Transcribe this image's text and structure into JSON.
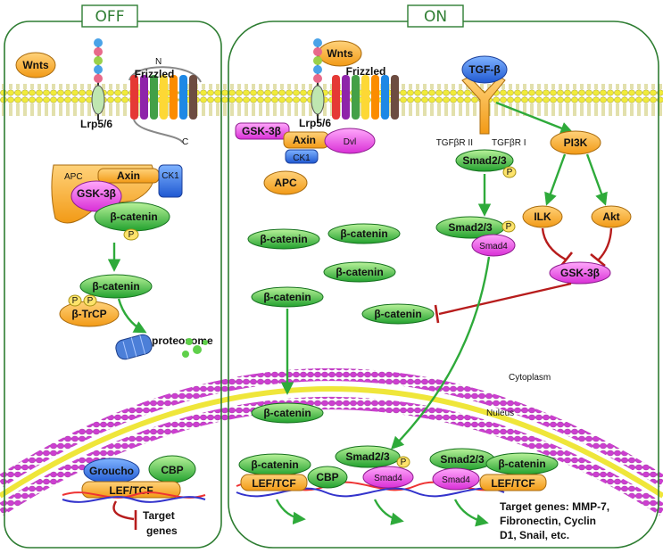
{
  "panels": {
    "off_title": "OFF",
    "on_title": "ON"
  },
  "labels": {
    "wnts": "Wnts",
    "frizzled": "Frizzled",
    "lrp56": "Lrp5/6",
    "apc": "APC",
    "axin": "Axin",
    "ck1": "CK1",
    "gsk3b": "GSK-3β",
    "beta_catenin": "β-catenin",
    "p": "P",
    "btrcp": "β-TrCP",
    "proteosome": "proteosome",
    "groucho": "Groucho",
    "cbp": "CBP",
    "lef_tcf": "LEF/TCF",
    "target": "Target",
    "genes": "genes",
    "dvl": "Dvl",
    "tgfb": "TGF-β",
    "tgfbr2": "TGFβR II",
    "tgfbr1": "TGFβR I",
    "smad23": "Smad2/3",
    "smad4": "Smad4",
    "pi3k": "PI3K",
    "ilk": "ILK",
    "akt": "Akt",
    "cytoplasm": "Cytoplasm",
    "nucleus": "Nuleus",
    "target_genes_1": "Target genes: MMP-7,",
    "target_genes_2": "Fibronectin, Cyclin",
    "target_genes_3": "D1, Snail, etc.",
    "n": "N",
    "c": "C"
  },
  "colors": {
    "green": "#2eaa3a",
    "orange": "#f6a623",
    "pink": "#e23ce0",
    "blue": "#2f6fe0",
    "inhibit": "#b71c1c",
    "membrane": "#e7e33a",
    "nuc": "#c53fc6"
  }
}
